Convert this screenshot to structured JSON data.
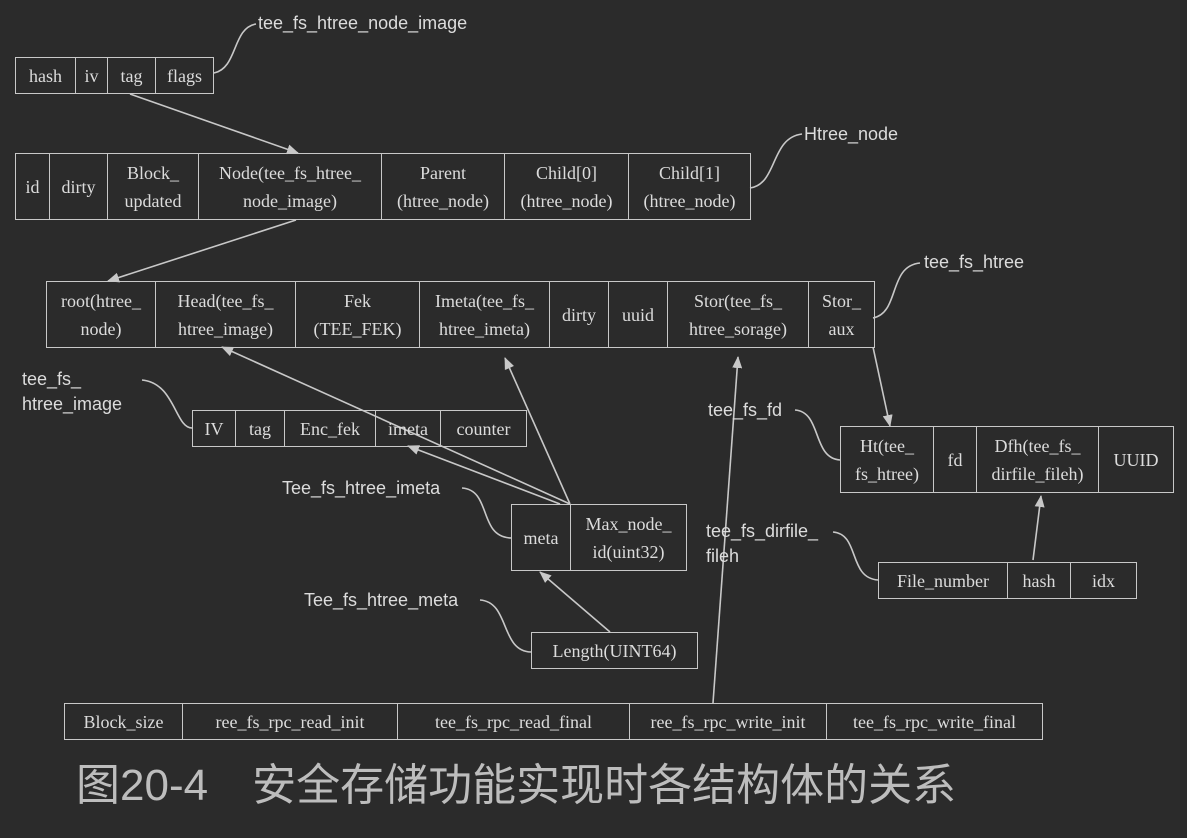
{
  "labels": {
    "node_image": "tee_fs_htree_node_image",
    "htree_node": "Htree_node",
    "tee_fs_htree": "tee_fs_htree",
    "htree_image": "tee_fs_\nhtree_image",
    "tee_fs_fd": "tee_fs_fd",
    "imeta": "Tee_fs_htree_imeta",
    "dirfile_fileh": "tee_fs_dirfile_\nfileh",
    "meta": "Tee_fs_htree_meta"
  },
  "records": {
    "node_image": [
      "hash",
      "iv",
      "tag",
      "flags"
    ],
    "htree_node": [
      "id",
      "dirty",
      "Block_\nupdated",
      "Node(tee_fs_htree_\nnode_image)",
      "Parent\n(htree_node)",
      "Child[0]\n(htree_node)",
      "Child[1]\n(htree_node)"
    ],
    "htree": [
      "root(htree_\nnode)",
      "Head(tee_fs_\nhtree_image)",
      "Fek\n(TEE_FEK)",
      "Imeta(tee_fs_\nhtree_imeta)",
      "dirty",
      "uuid",
      "Stor(tee_fs_\nhtree_sorage)",
      "Stor_\naux"
    ],
    "htree_image": [
      "IV",
      "tag",
      "Enc_fek",
      "imeta",
      "counter"
    ],
    "fd": [
      "Ht(tee_\nfs_htree)",
      "fd",
      "Dfh(tee_fs_\ndirfile_fileh)",
      "UUID"
    ],
    "imeta": [
      "meta",
      "Max_node_\nid(uint32)"
    ],
    "fileh": [
      "File_number",
      "hash",
      "idx"
    ],
    "meta": [
      "Length(UINT64)"
    ],
    "storage": [
      "Block_size",
      "ree_fs_rpc_read_init",
      "tee_fs_rpc_read_final",
      "ree_fs_rpc_write_init",
      "tee_fs_rpc_write_final"
    ]
  },
  "caption": "图20-4　安全存储功能实现时各结构体的关系"
}
